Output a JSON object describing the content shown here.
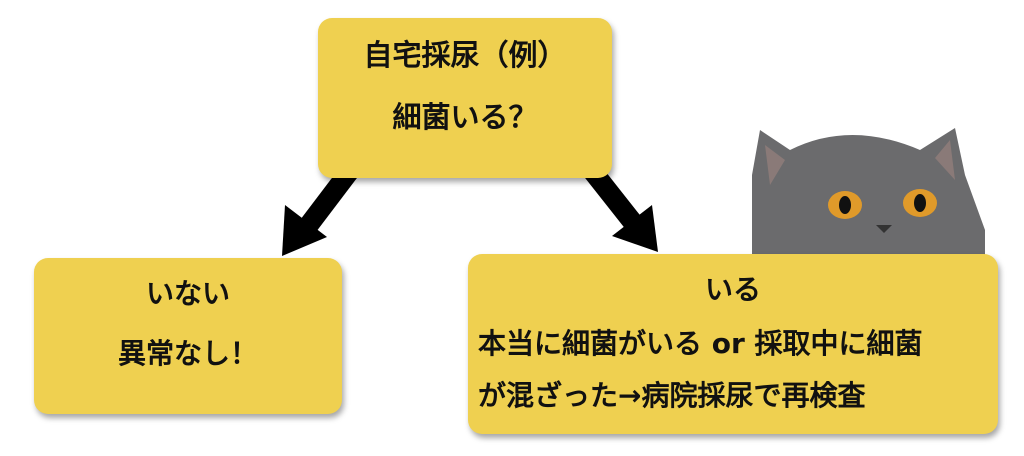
{
  "colors": {
    "box": "#efd050",
    "arrow": "#000000"
  },
  "top_box": {
    "line1": "自宅採尿（例）",
    "line2": "細菌いる？"
  },
  "left_box": {
    "line1": "いない",
    "line2": "異常なし！"
  },
  "right_box": {
    "line1": "いる",
    "line2": "本当に細菌がいる or 採取中に細菌",
    "line3": "が混ざった→病院採尿で再検査"
  }
}
